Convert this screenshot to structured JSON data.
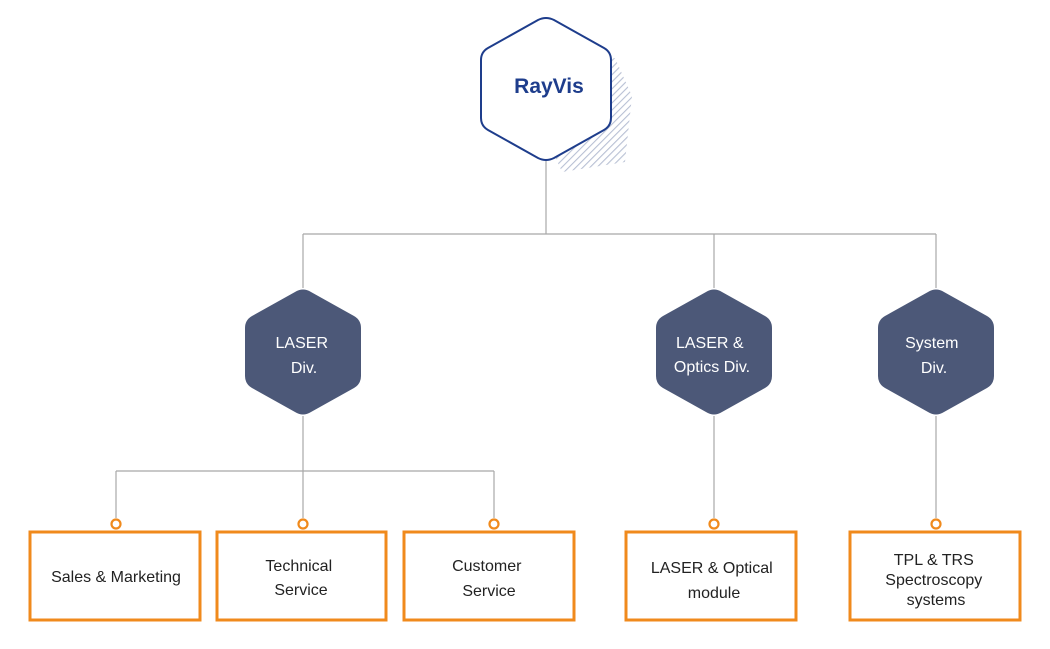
{
  "root": {
    "label": "RayVis",
    "color": "#1e3d8c"
  },
  "divisions": [
    {
      "lines": [
        "LASER",
        "Div."
      ]
    },
    {
      "lines": [
        "LASER &",
        "Optics Div."
      ]
    },
    {
      "lines": [
        "System",
        "Div."
      ]
    }
  ],
  "teams": [
    {
      "lines": [
        "Sales & Marketing"
      ]
    },
    {
      "lines": [
        "Technical",
        "Service"
      ]
    },
    {
      "lines": [
        "Customer",
        "Service"
      ]
    },
    {
      "lines": [
        "LASER & Optical",
        "module"
      ]
    },
    {
      "lines": [
        "TPL & TRS",
        "Spectroscopy",
        "systems"
      ]
    }
  ],
  "colors": {
    "division_fill": "#4c5878",
    "team_border": "#f08a1c",
    "connector": "#a8a8a8",
    "root_shadow": "#b8c0d4"
  }
}
